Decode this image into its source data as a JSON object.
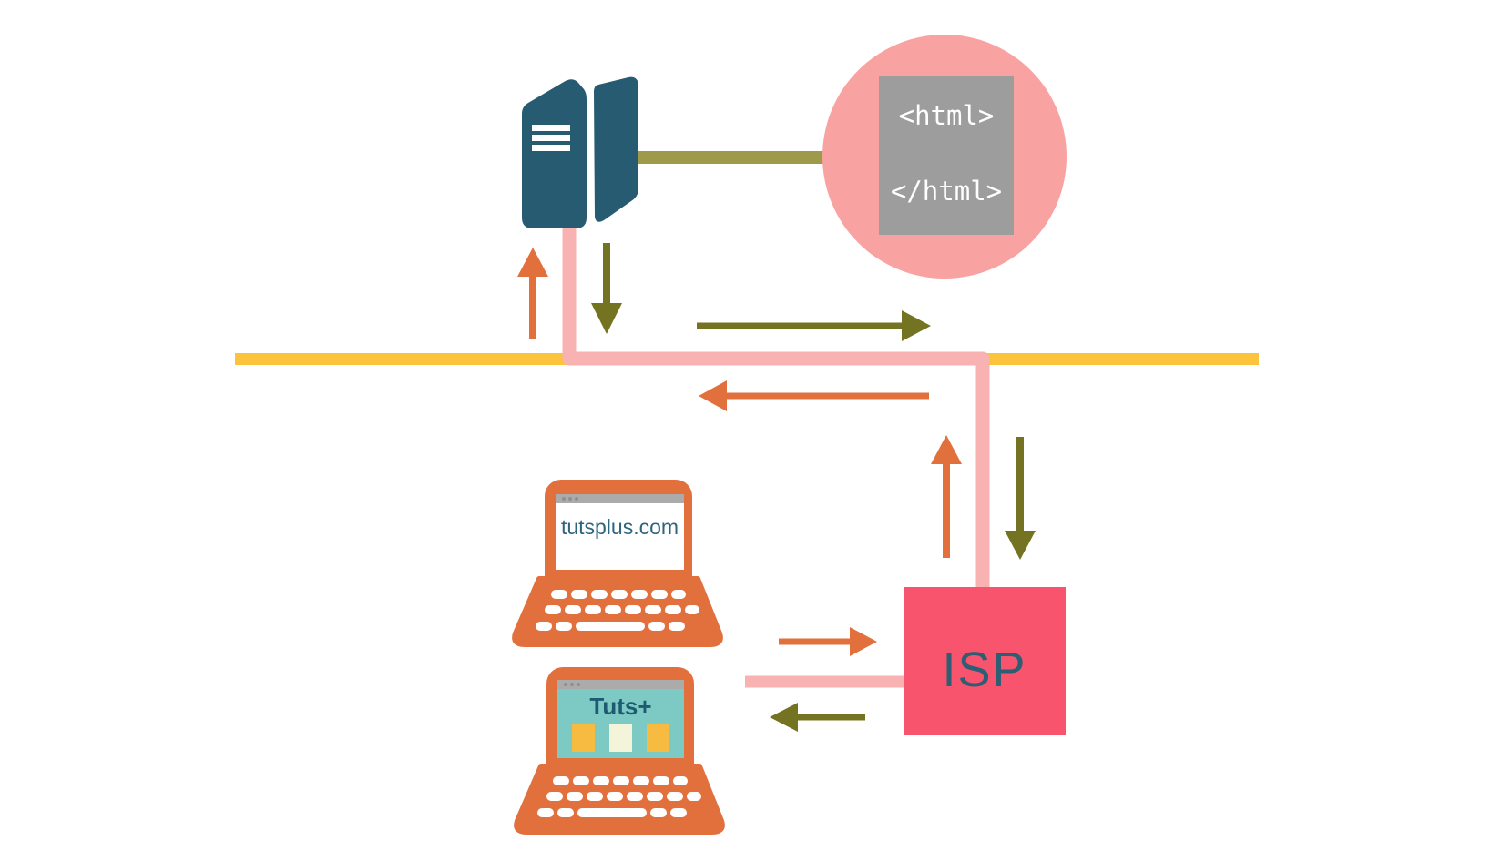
{
  "code_bubble": {
    "open_tag": "<html>",
    "close_tag": "</html>"
  },
  "isp_box": {
    "label": "ISP"
  },
  "laptops": {
    "top": {
      "screen_text": "tutsplus.com"
    },
    "bottom": {
      "screen_text": "Tuts+"
    }
  },
  "icons": {
    "server": "server-icon",
    "laptop_top": "laptop-icon",
    "laptop_bottom": "laptop-icon",
    "code_circle": "html-document-icon"
  },
  "colors": {
    "orange": "#e2703d",
    "olive_arrow": "#747322",
    "olive_connector": "#9e9a49",
    "yellow_backbone": "#fcc33c",
    "pink_line": "#f9b2b2",
    "pink_circle": "#f9a2a2",
    "code_panel_gray": "#9d9d9d",
    "isp_pink": "#f8546e",
    "server_teal": "#265b72",
    "screen_teal": "#7ccac3",
    "label_teal": "#2e647c",
    "browser_bar_gray": "#ababab",
    "square_yellow": "#f6bb40",
    "square_cream": "#f4f4da"
  }
}
